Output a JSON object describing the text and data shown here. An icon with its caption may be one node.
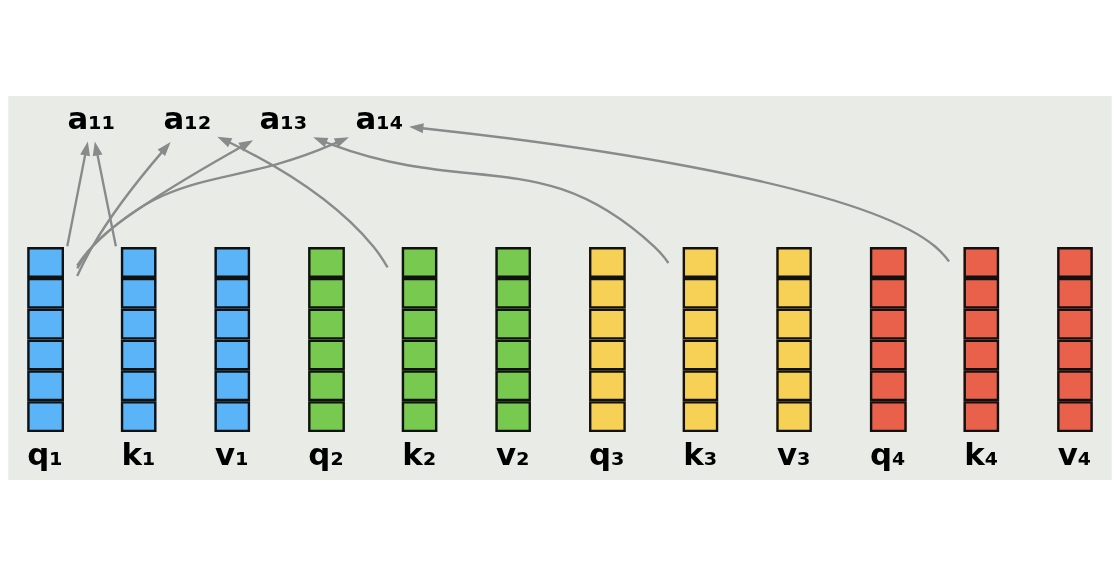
{
  "diagram": {
    "nodes": [
      {
        "text": [
          "a₁₁"
        ]
      },
      {
        "text": [
          "a₁₂"
        ]
      },
      {
        "text": [
          "a₁₃"
        ]
      },
      {
        "text": [
          "a₁₄"
        ]
      },
      {
        "text": [
          "q₁"
        ]
      },
      {
        "text": [
          "k₁"
        ]
      },
      {
        "text": [
          "v₁"
        ]
      },
      {
        "text": [
          "q₂"
        ]
      },
      {
        "text": [
          "k₂"
        ]
      },
      {
        "text": [
          "v₂"
        ]
      },
      {
        "text": [
          "q₃"
        ]
      },
      {
        "text": [
          "k₃"
        ]
      },
      {
        "text": [
          "v₃"
        ]
      },
      {
        "text": [
          "q₄"
        ]
      },
      {
        "text": [
          "k₄"
        ]
      },
      {
        "text": [
          "v₄"
        ]
      }
    ],
    "edges": [
      {
        "from": 4,
        "to": 0,
        "arrow": "to"
      },
      {
        "from": 4,
        "to": 1,
        "arrow": "to"
      },
      {
        "from": 4,
        "to": 2,
        "arrow": "to"
      },
      {
        "from": 4,
        "to": 3,
        "arrow": "to"
      },
      {
        "from": 5,
        "to": 0,
        "arrow": "to"
      },
      {
        "from": 8,
        "to": 1,
        "arrow": "to"
      },
      {
        "from": 11,
        "to": 2,
        "arrow": "to"
      },
      {
        "from": 14,
        "to": 3,
        "arrow": "to"
      }
    ]
  }
}
